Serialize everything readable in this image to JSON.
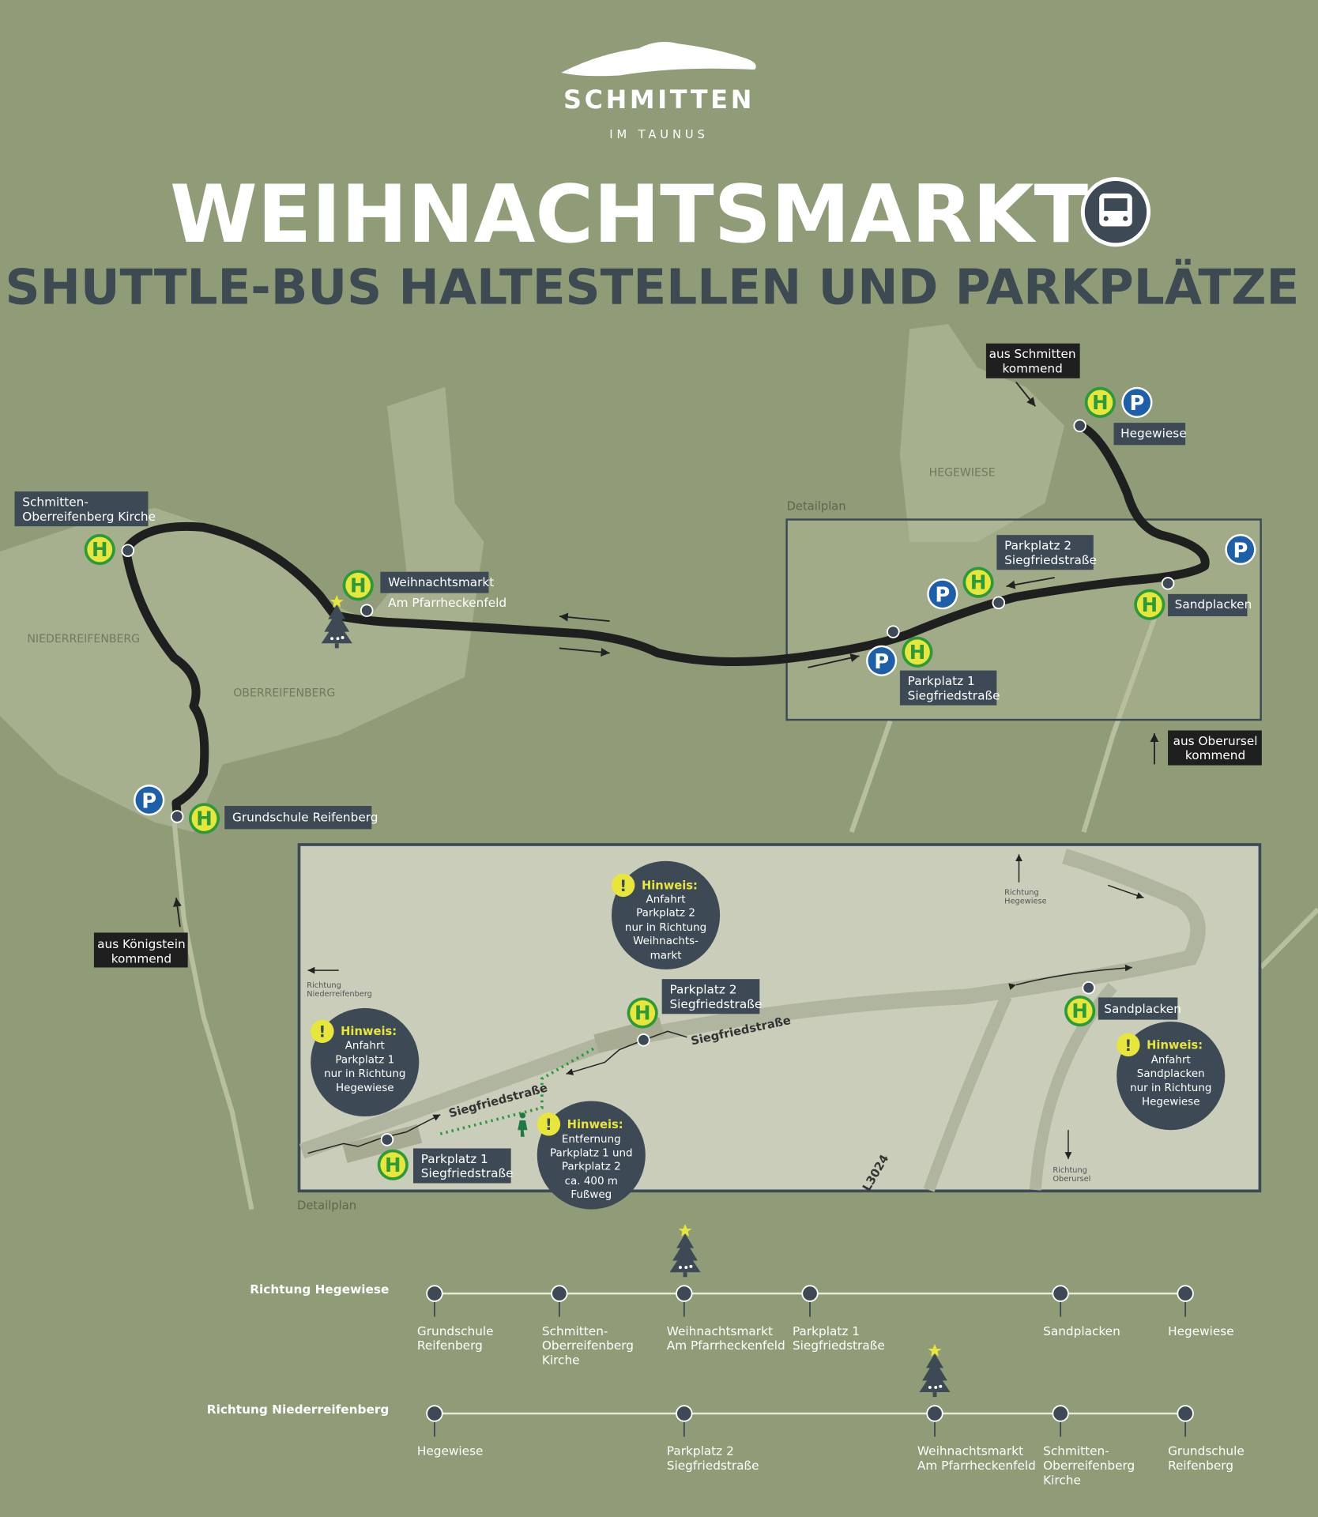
{
  "brand": {
    "name": "SCHMITTEN",
    "sub": "IM TAUNUS"
  },
  "title": "WEIHNACHTSMARKT",
  "subtitle": "SHUTTLE-BUS HALTESTELLEN UND PARKPLÄTZE",
  "colors": {
    "background": "#909c77",
    "land": "#a6b08e",
    "detail_bg": "#c9cdb9",
    "label_bg": "#3d4a55",
    "route": "#1e1f1e",
    "stop_yellow": "#e8e63a",
    "stop_green": "#2a9a3a",
    "parking_blue": "#1d5fa8"
  },
  "map": {
    "towns": [
      "NIEDERREIFENBERG",
      "OBERREIFENBERG",
      "HEGEWIESE"
    ],
    "detail_label": "Detailplan",
    "stops": {
      "kirche": [
        "Schmitten-",
        "Oberreifenberg Kirche"
      ],
      "weihnachtsmarkt": [
        "Weihnachtsmarkt",
        "Am Pfarrheckenfeld"
      ],
      "grundschule": "Grundschule Reifenberg",
      "hegewiese": "Hegewiese",
      "sandplacken": "Sandplacken",
      "parkplatz2": [
        "Parkplatz 2",
        "Siegfriedstraße"
      ],
      "parkplatz1": [
        "Parkplatz 1",
        "Siegfriedstraße"
      ]
    },
    "arrivals": {
      "schmitten": [
        "aus Schmitten",
        "kommend"
      ],
      "oberursel": [
        "aus Oberursel",
        "kommend"
      ],
      "koenigstein": [
        "aus Königstein",
        "kommend"
      ]
    },
    "icons": {
      "stop": "H",
      "parking": "P"
    }
  },
  "detail": {
    "street": "Siegfriedstraße",
    "road": "L3024",
    "directions": {
      "hegewiese": [
        "Richtung",
        "Hegewiese"
      ],
      "niederreifenberg": [
        "Richtung",
        "Niederreifenberg"
      ],
      "oberursel": [
        "Richtung",
        "Oberursel"
      ]
    },
    "hints": [
      {
        "title": "Hinweis:",
        "lines": [
          "Anfahrt",
          "Parkplatz 2",
          "nur in Richtung",
          "Weihnachts-",
          "markt"
        ]
      },
      {
        "title": "Hinweis:",
        "lines": [
          "Anfahrt",
          "Parkplatz 1",
          "nur in Richtung",
          "Hegewiese"
        ]
      },
      {
        "title": "Hinweis:",
        "lines": [
          "Entfernung",
          "Parkplatz 1 und",
          "Parkplatz 2",
          "ca. 400 m",
          "Fußweg"
        ]
      },
      {
        "title": "Hinweis:",
        "lines": [
          "Anfahrt",
          "Sandplacken",
          "nur in Richtung",
          "Hegewiese"
        ]
      }
    ]
  },
  "timeline": {
    "row1": {
      "label": "Richtung Hegewiese",
      "stops": [
        [
          "Grundschule",
          "Reifenberg"
        ],
        [
          "Schmitten-",
          "Oberreifenberg",
          "Kirche"
        ],
        [
          "Weihnachtsmarkt",
          "Am Pfarrheckenfeld"
        ],
        [
          "Parkplatz 1",
          "Siegfriedstraße"
        ],
        [
          "Sandplacken"
        ],
        [
          "Hegewiese"
        ]
      ]
    },
    "row2": {
      "label": "Richtung Niederreifenberg",
      "stops": [
        [
          "Hegewiese"
        ],
        [
          "Parkplatz 2",
          "Siegfriedstraße"
        ],
        [
          "Weihnachtsmarkt",
          "Am Pfarrheckenfeld"
        ],
        [
          "Schmitten-",
          "Oberreifenberg",
          "Kirche"
        ],
        [
          "Grundschule",
          "Reifenberg"
        ]
      ]
    }
  }
}
